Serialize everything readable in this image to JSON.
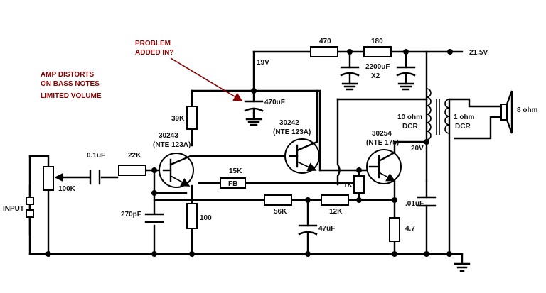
{
  "notes": {
    "problem_line1": "PROBLEM",
    "problem_line2": "ADDED IN?",
    "symptom_line1": "AMP DISTORTS",
    "symptom_line2": "ON BASS NOTES",
    "symptom_line3": "LIMITED VOLUME"
  },
  "labels": {
    "v19": "19V",
    "v21_5": "21.5V",
    "v20": "20V",
    "r470": "470",
    "r180": "180",
    "c2200": "2200uF",
    "x2": "X2",
    "c470uf": "470uF",
    "r39k": "39K",
    "q1_part": "30243",
    "q1_nte": "(NTE 123A)",
    "q2_part": "30242",
    "q2_nte": "(NTE 123A)",
    "q3_part": "30254",
    "q3_nte": "(NTE 175)",
    "c01uf": "0.1uF",
    "r22k": "22K",
    "r100k": "100K",
    "input": "INPUT",
    "r15k": "15K",
    "fb": "FB",
    "r1k": "1K",
    "r56k": "56K",
    "r12k": "12K",
    "c270pf": "270pF",
    "r100": "100",
    "c47uf": "47uF",
    "c_01uf": ".01uF",
    "r4_7": "4.7",
    "xfmr_pri1": "10 ohm",
    "xfmr_pri2": "DCR",
    "xfmr_sec1": "1 ohm",
    "xfmr_sec2": "DCR",
    "speaker": "8 ohm"
  },
  "colors": {
    "wire": "#000000",
    "note": "#8b0000"
  }
}
